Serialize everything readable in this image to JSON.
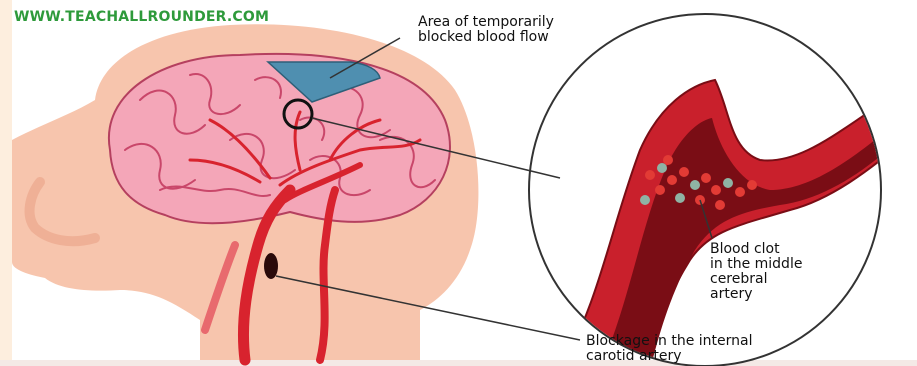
{
  "watermark": "WWW.TEACHALLROUNDER.COM",
  "labels": {
    "blocked_area_line1": "Area of temporarily",
    "blocked_area_line2": "blocked blood flow",
    "clot_line1": "Blood clot",
    "clot_line2": "in the middle",
    "clot_line3": "cerebral",
    "clot_line4": "artery",
    "blockage_line1": "Blockage in the internal",
    "blockage_line2": "carotid artery"
  },
  "colors": {
    "skin": "#f7c5ad",
    "skin_shadow": "#efb096",
    "brain": "#f4a6b8",
    "brain_fold": "#c9476a",
    "blocked_area": "#4f8fb0",
    "artery": "#d8232e",
    "artery_dark": "#8e0f18",
    "clot_red": "#e23b35",
    "clot_gray": "#8fb3a4",
    "callout_line": "#333333"
  }
}
